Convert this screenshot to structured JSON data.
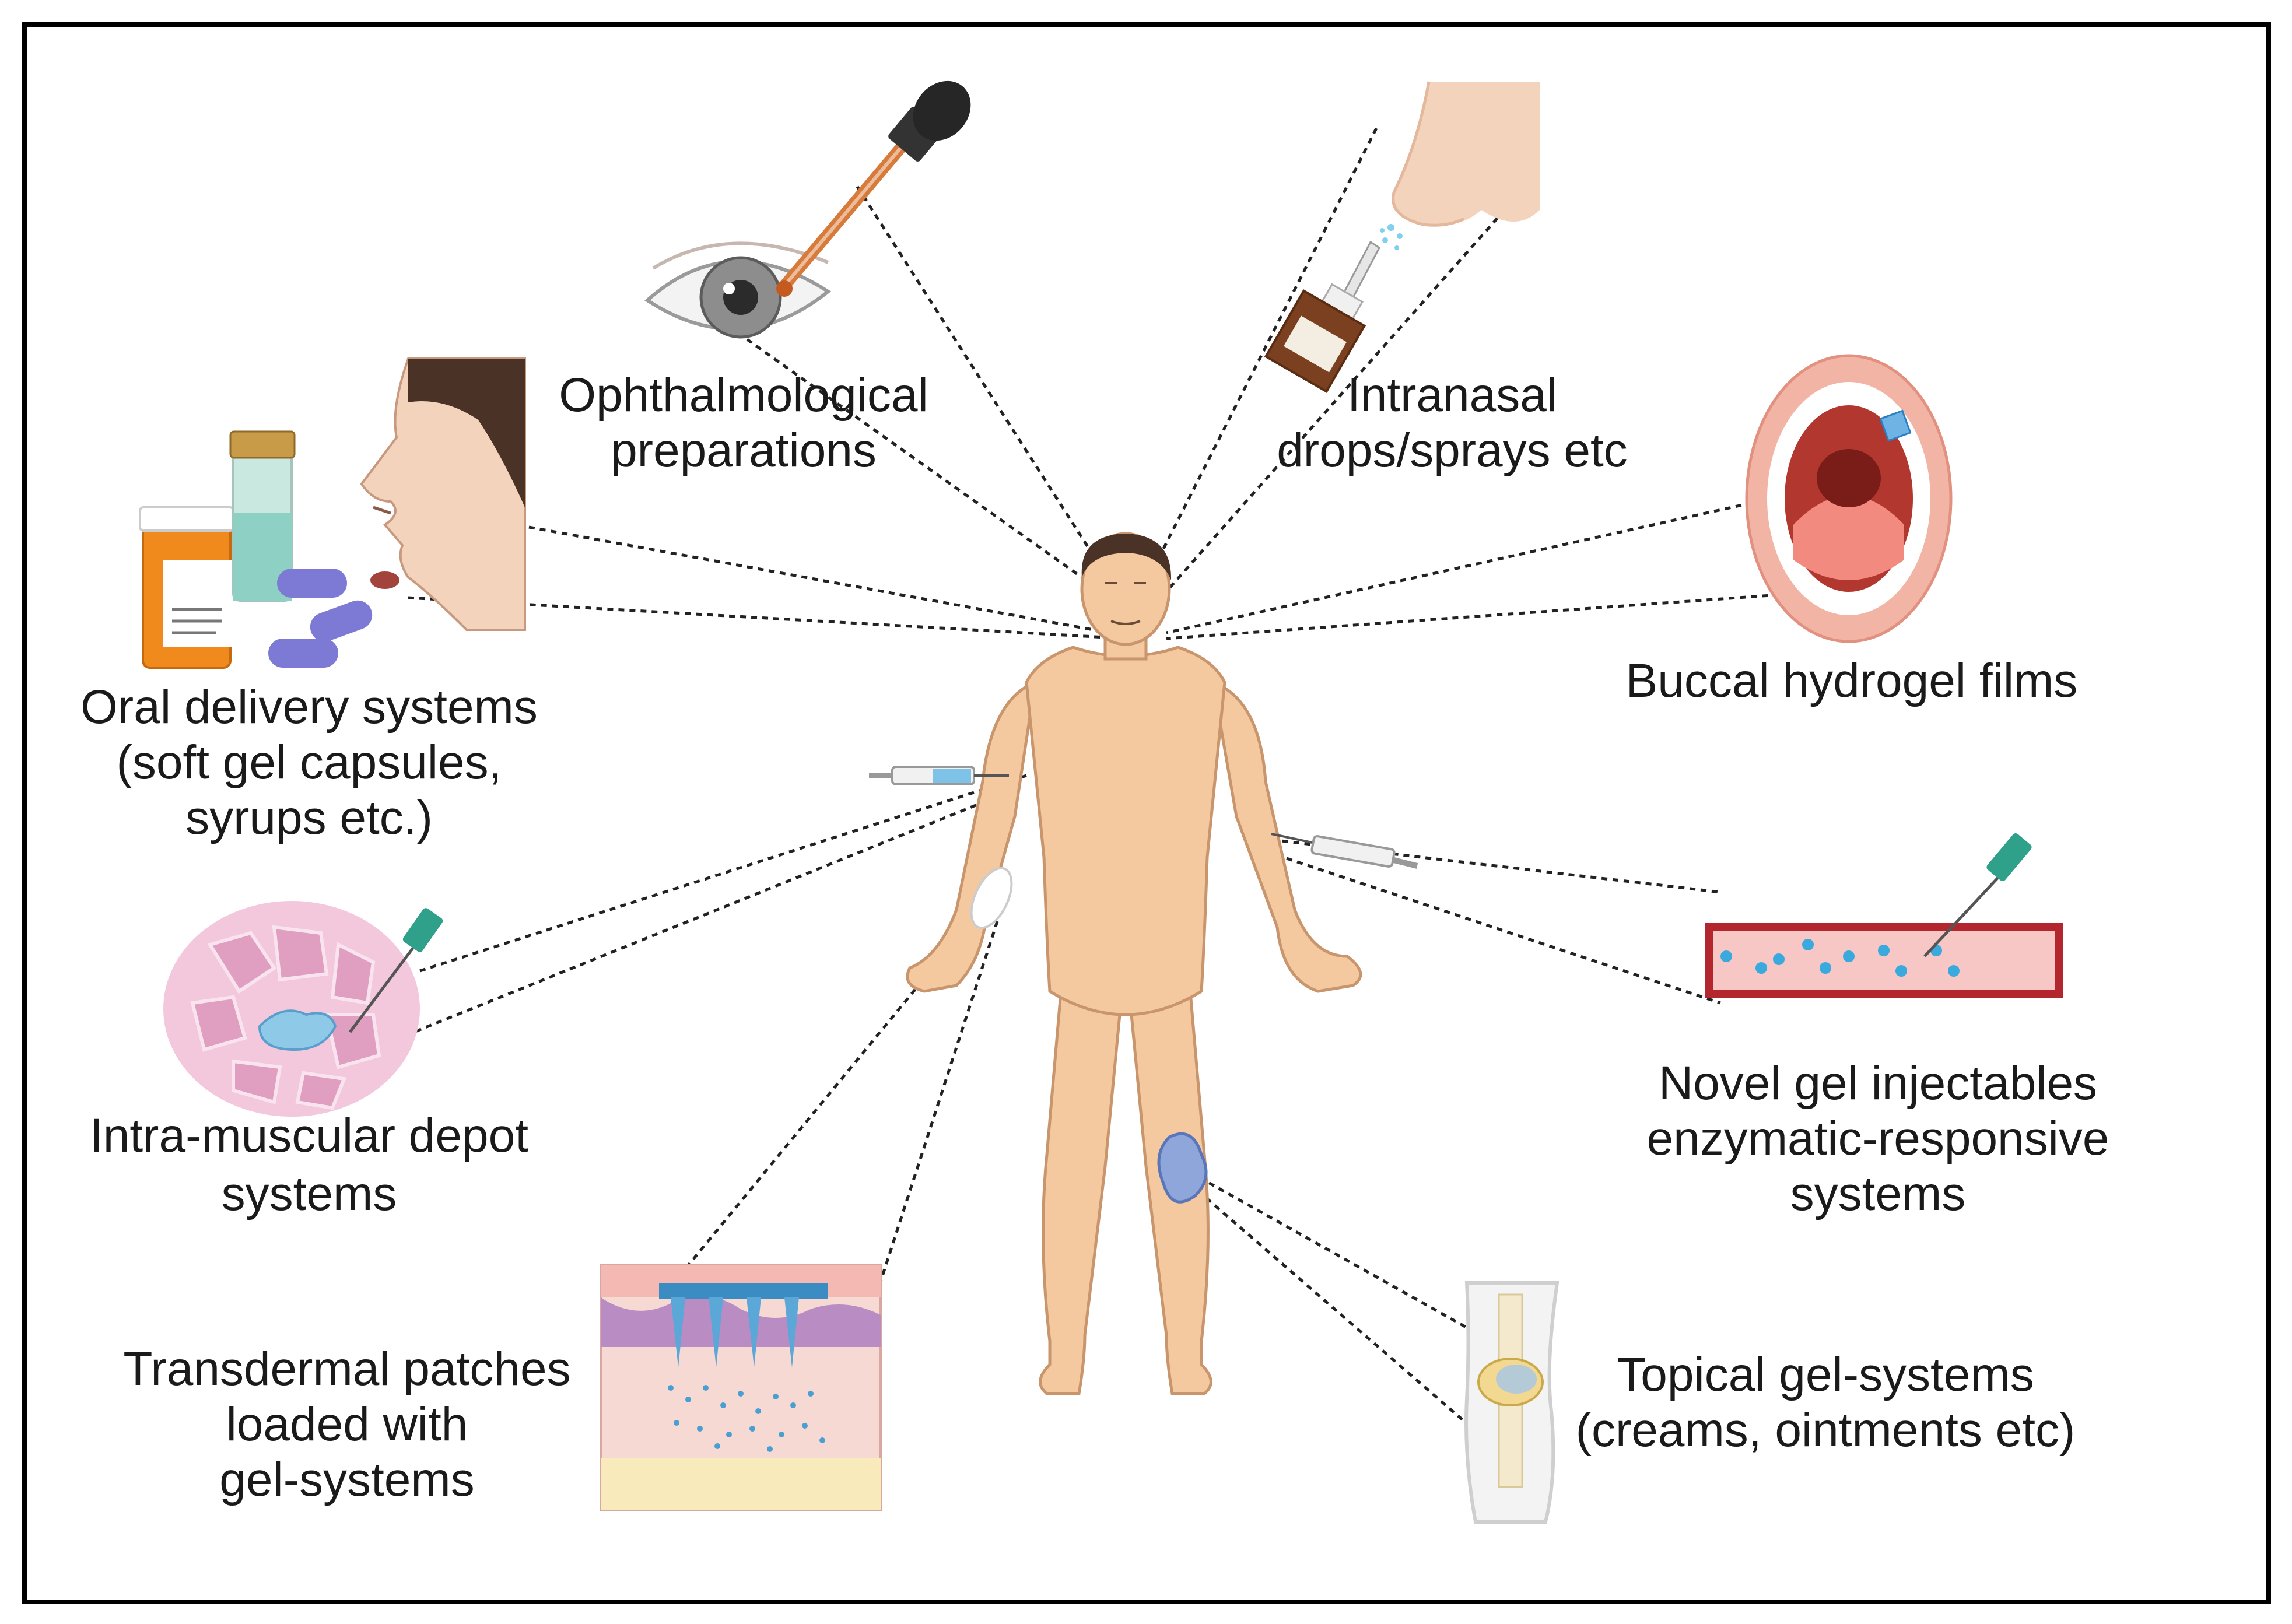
{
  "labels": {
    "ophthalmic": [
      "Ophthalmological",
      "preparations"
    ],
    "intranasal": [
      "Intranasal",
      "drops/sprays etc"
    ],
    "oral": [
      "Oral delivery systems",
      "(soft gel capsules,",
      "syrups etc.)"
    ],
    "buccal": [
      "Buccal hydrogel films"
    ],
    "intramuscular": [
      "Intra-muscular depot",
      "systems"
    ],
    "injectable": [
      "Novel gel injectables",
      "enzymatic-responsive",
      "systems"
    ],
    "transdermal": [
      "Transdermal patches",
      "loaded with",
      "gel-systems"
    ],
    "topical": [
      "Topical gel-systems",
      "(creams, ointments etc)"
    ]
  },
  "icons": {
    "ophthalmic": "eye-dropper-icon",
    "intranasal": "nasal-spray-icon",
    "oral": "oral-medication-icon",
    "buccal": "open-mouth-icon",
    "intramuscular": "muscle-tissue-icon",
    "injectable": "blood-vessel-injection-icon",
    "transdermal": "skin-patch-icon",
    "topical": "knee-gel-icon",
    "center": "human-body-icon"
  },
  "colors": {
    "skin": "#f4c9a0",
    "skin_outline": "#c9956c",
    "hair": "#4a3226",
    "gel": "#8fc9e8",
    "vessel": "#b3262e",
    "border": "#000000"
  }
}
